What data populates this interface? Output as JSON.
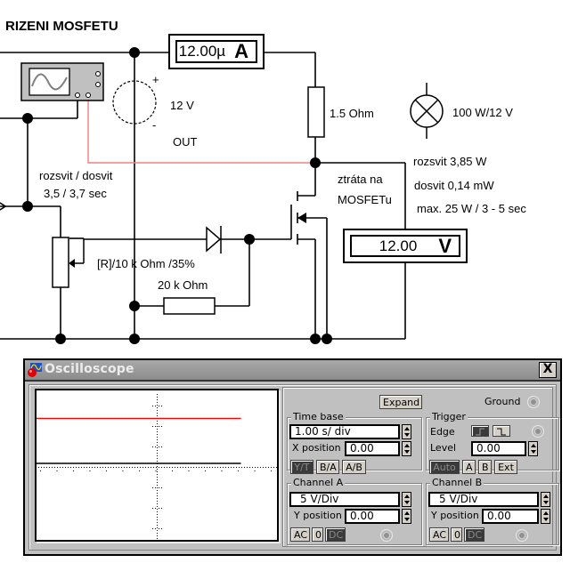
{
  "schematic": {
    "title": "RIZENI MOSFETU",
    "ammeter": {
      "value": "12.00µ",
      "unit": "A"
    },
    "voltmeter": {
      "value": "12.00",
      "unit": "V"
    },
    "source": {
      "label": "12 V",
      "plus": "+",
      "minus": "-",
      "out_label": "OUT"
    },
    "resistor_load": {
      "label": "1.5  Ohm"
    },
    "lamp": {
      "label": "100 W/12 V",
      "icon": "lamp-icon"
    },
    "timing_note": {
      "line1": "rozsvit / dosvit",
      "line2": "3,5 / 3,7 sec"
    },
    "potentiometer": {
      "label": "[R]/10 k Ohm /35%"
    },
    "resistor_20k": {
      "label": "20 k Ohm"
    },
    "mosfet_note": {
      "line1": "ztráta na",
      "line2": "MOSFETu"
    },
    "power_notes": {
      "line1": "rozsvit 3,85 W",
      "line2": "dosvit 0,14 mW",
      "line3": "max. 25 W / 3 - 5 sec"
    },
    "colors": {
      "wire": "#000000",
      "probe_wire": "#f08080"
    }
  },
  "oscilloscope": {
    "title": "Oscilloscope",
    "close_label": "X",
    "expand_label": "Expand",
    "ground_label": "Ground",
    "time_base": {
      "title": "Time base",
      "value": "1.00 s/ div",
      "x_position_label": "X position",
      "x_position_value": "0.00",
      "modes": [
        "Y/T",
        "B/A",
        "A/B"
      ],
      "active_mode": "Y/T"
    },
    "trigger": {
      "title": "Trigger",
      "edge_label": "Edge",
      "level_label": "Level",
      "level_value": "0.00",
      "sources": [
        "Auto",
        "A",
        "B",
        "Ext"
      ],
      "active_source": "Auto"
    },
    "channel_a": {
      "title": "Channel A",
      "scale": "5 V/Div",
      "y_position_label": "Y position",
      "y_position_value": "0.00",
      "coupling": [
        "AC",
        "0",
        "DC"
      ],
      "active_coupling": "DC"
    },
    "channel_b": {
      "title": "Channel B",
      "scale": "5 V/Div",
      "y_position_label": "Y position",
      "y_position_value": "0.00",
      "coupling": [
        "AC",
        "0",
        "DC"
      ],
      "active_coupling": "DC"
    },
    "traces": [
      {
        "name": "channel-a-trace",
        "color": "#ff0000",
        "level_div": 2.2,
        "end_fraction": 0.85
      },
      {
        "name": "channel-b-trace",
        "color": "#000000",
        "level_div": 0.0,
        "end_fraction": 0.85
      }
    ]
  }
}
